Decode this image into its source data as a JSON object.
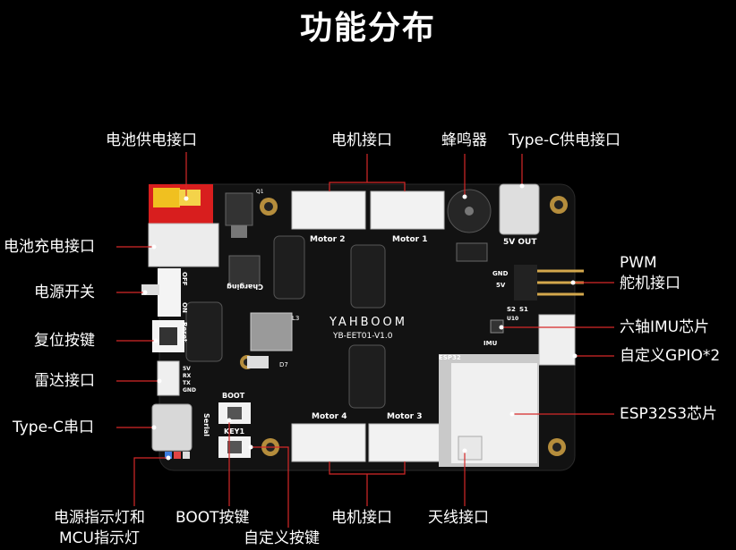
{
  "title": "功能分布",
  "labels": {
    "battery_supply": "电池供电接口",
    "motor_top": "电机接口",
    "buzzer": "蜂鸣器",
    "typec_supply": "Type-C供电接口",
    "battery_charge": "电池充电接口",
    "power_switch": "电源开关",
    "reset_button": "复位按键",
    "radar": "雷达接口",
    "typec_serial": "Type-C串口",
    "pwm_line1": "PWM",
    "pwm_line2": "舵机接口",
    "imu": "六轴IMU芯片",
    "gpio": "自定义GPIO*2",
    "esp32s3": "ESP32S3芯片",
    "indicator_line1": "电源指示灯和",
    "indicator_line2": "MCU指示灯",
    "boot_button": "BOOT按键",
    "custom_button": "自定义按键",
    "motor_bottom": "电机接口",
    "antenna": "天线接口"
  },
  "silkscreen": {
    "motor2": "Motor 2",
    "motor1": "Motor 1",
    "motor4": "Motor 4",
    "motor3": "Motor 3",
    "v5out": "5V OUT",
    "gnd": "GND",
    "v5": "5V",
    "s2": "S2",
    "s1": "S1",
    "imu": "IMU",
    "u10": "U10",
    "esp32": "ESP32",
    "brand": "YAHBOOM",
    "model": "YB-EET01-V1.0",
    "charging": "Charging",
    "off": "OFF",
    "on": "ON",
    "reset": "Reset",
    "boot": "BOOT",
    "key1": "KEY1",
    "serial": "Serial",
    "l3": "L3",
    "d7": "D7",
    "q1": "Q1",
    "pin_5v": "5V",
    "pin_rx": "RX",
    "pin_tx": "TX",
    "pin_gnd": "GND"
  },
  "colors": {
    "background": "#000000",
    "board": "#121212",
    "connector": "#f2f2f2",
    "battery_connector": "#d81e1e",
    "gold": "#c9a24a",
    "leader_line": "#d62828"
  }
}
